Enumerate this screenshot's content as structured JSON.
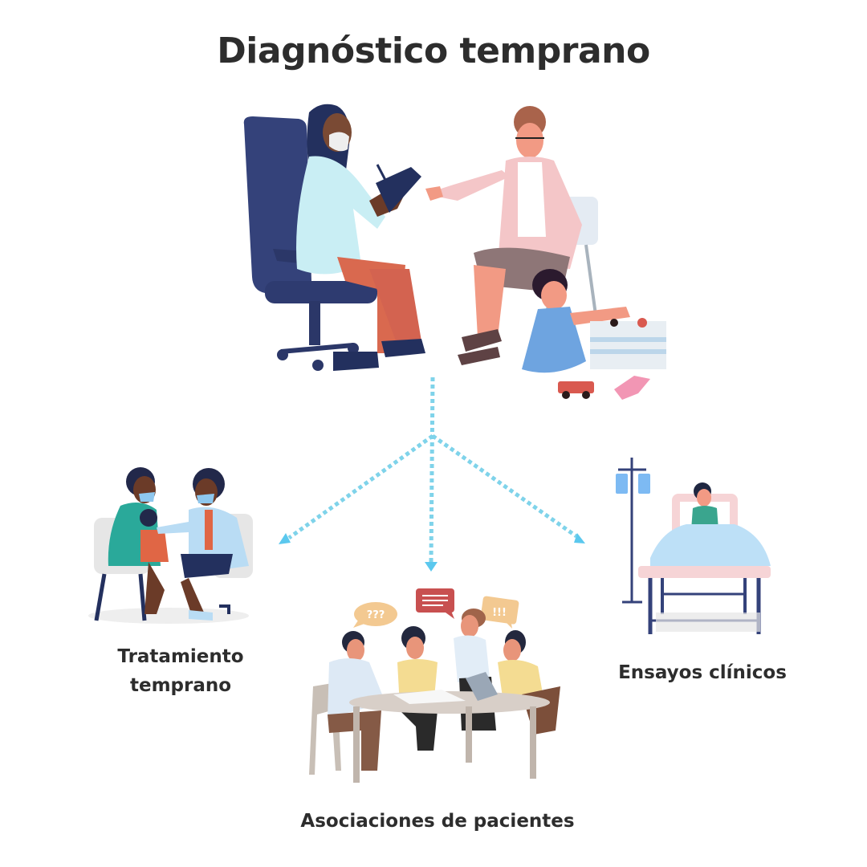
{
  "title": "Diagnóstico temprano",
  "branches": [
    {
      "id": "treatment",
      "label_line1": "Tratamiento",
      "label_line2": "temprano",
      "illustration": "pediatric-checkup-illustration"
    },
    {
      "id": "associations",
      "label": "Asociaciones de pacientes",
      "illustration": "group-meeting-illustration"
    },
    {
      "id": "trials",
      "label": "Ensayos clínicos",
      "illustration": "hospital-bed-illustration"
    }
  ],
  "main_illustration": "doctor-consultation-illustration",
  "speech_bubbles": {
    "left": "???",
    "right": "!!!"
  },
  "colors": {
    "arrow": "#7fd3ea",
    "arrow_head": "#5bc8ee",
    "title_text": "#2d2d2d",
    "chair_navy": "#34427a",
    "coat_light_blue": "#c9eef4",
    "pants_orange": "#d9694f",
    "cardigan_pink": "#f4c6c8",
    "bed_blue": "#bde0f7"
  }
}
